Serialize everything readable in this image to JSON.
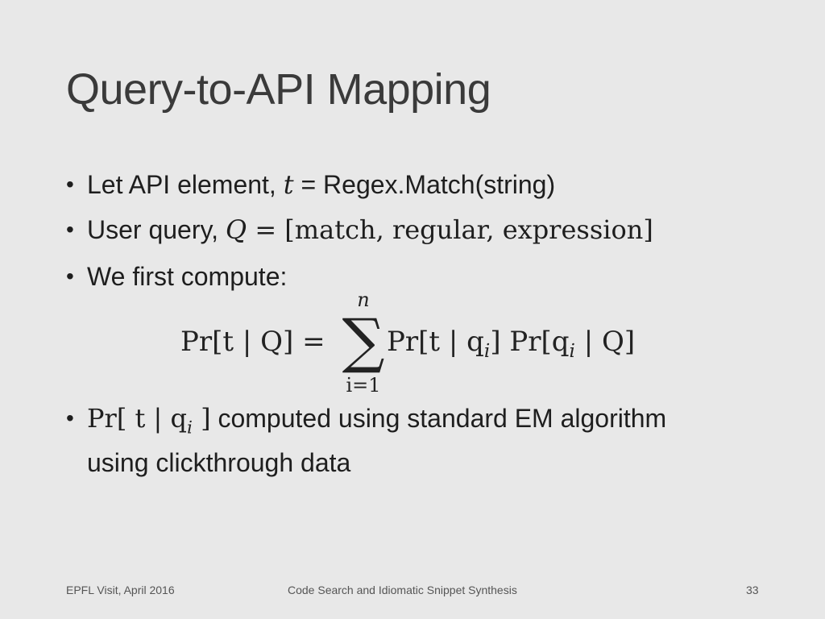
{
  "slide": {
    "title": "Query-to-API Mapping",
    "bullets": {
      "b1_prefix": "Let API element, ",
      "b1_var": "t",
      "b1_suffix": " = Regex.Match(string)",
      "b2_prefix": "User query, ",
      "b2_var": "Q",
      "b2_math": " = [match, regular, expression]",
      "b3_text": "We first compute:",
      "b4_math": "Pr[ t | q",
      "b4_sub": "i",
      "b4_close": " ]",
      "b4_text": " computed using standard EM algorithm",
      "b4_line2": "using clickthrough data"
    },
    "equation": {
      "left": "Pr[t | Q] =",
      "sum_top": "n",
      "sum_sign": "∑",
      "sum_bottom": "i=1",
      "right_a": "Pr[t | q",
      "right_a_sub": "i",
      "right_b": "] Pr[q",
      "right_b_sub": "i",
      "right_c": " | Q]"
    },
    "bullet_glyph": "•"
  },
  "footer": {
    "left": "EPFL Visit, April 2016",
    "center": "Code Search and Idiomatic Snippet Synthesis",
    "page_number": "33"
  }
}
